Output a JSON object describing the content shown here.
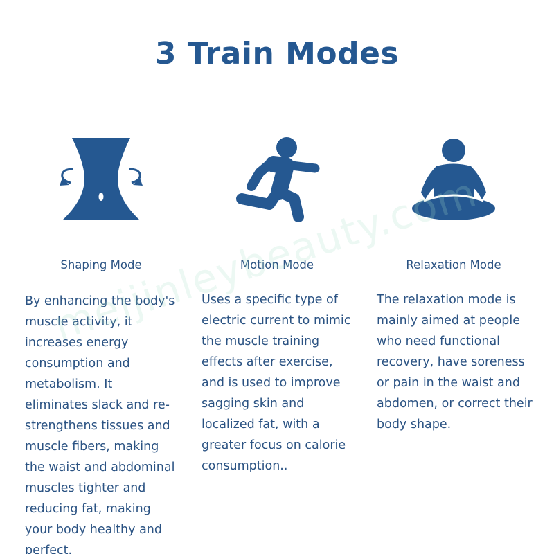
{
  "title": "3 Train Modes",
  "colors": {
    "accent": "#255891",
    "text": "#2b5383",
    "watermark": "#aae1c8"
  },
  "watermark": "meijinleybeauty.com",
  "modes": [
    {
      "icon": "waist-shaping-icon",
      "title": "Shaping Mode",
      "description": "By enhancing the body's muscle activity, it increases energy consumption and metabolism. It eliminates slack and re-strengthens tissues and muscle fibers, making the waist and abdominal muscles tighter and reducing fat, making your body healthy and perfect."
    },
    {
      "icon": "running-person-icon",
      "title": "Motion Mode",
      "description": "Uses a specific type of electric current to mimic the muscle training effects after exercise, and is used to improve sagging skin and localized fat, with a greater focus on calorie consumption.."
    },
    {
      "icon": "meditating-person-icon",
      "title": "Relaxation Mode",
      "description": "The relaxation mode is mainly aimed at people who need functional recovery, have soreness or pain in the waist and abdomen, or correct their body shape."
    }
  ]
}
